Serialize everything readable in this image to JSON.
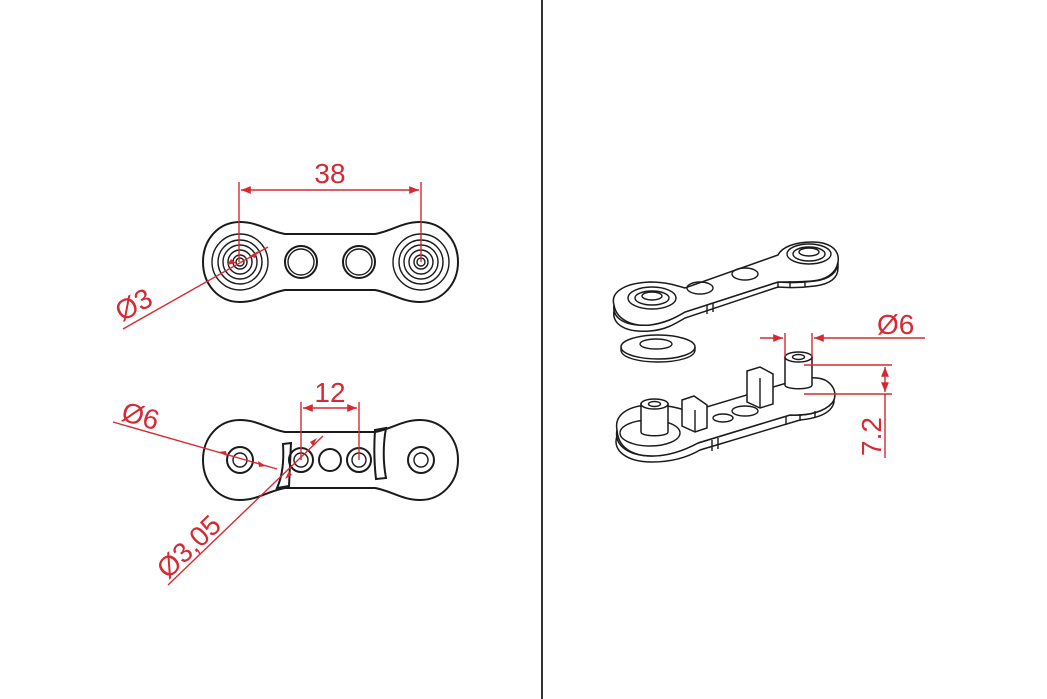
{
  "drawing": {
    "type": "technical drawing",
    "colors": {
      "object_lines": "#1a1a1a",
      "dimension_lines": "#d42a34",
      "divider": "#333333",
      "background": "#ffffff"
    },
    "left_panel": {
      "top_view": {
        "name": "top link plate (top view)",
        "dimensions": {
          "hole_spacing": "38",
          "hole_diameter": "Ø3"
        }
      },
      "bottom_view": {
        "name": "bottom base plate (top view)",
        "dimensions": {
          "center_spacing": "12",
          "outer_diameter": "Ø6",
          "hole_diameter": "Ø3,05"
        }
      }
    },
    "right_panel": {
      "isometric_view": {
        "name": "exploded isometric assembly",
        "parts": [
          "top link plate",
          "washer",
          "base plate with posts"
        ],
        "dimensions": {
          "post_diameter": "Ø6",
          "post_height": "7.2"
        }
      }
    }
  }
}
